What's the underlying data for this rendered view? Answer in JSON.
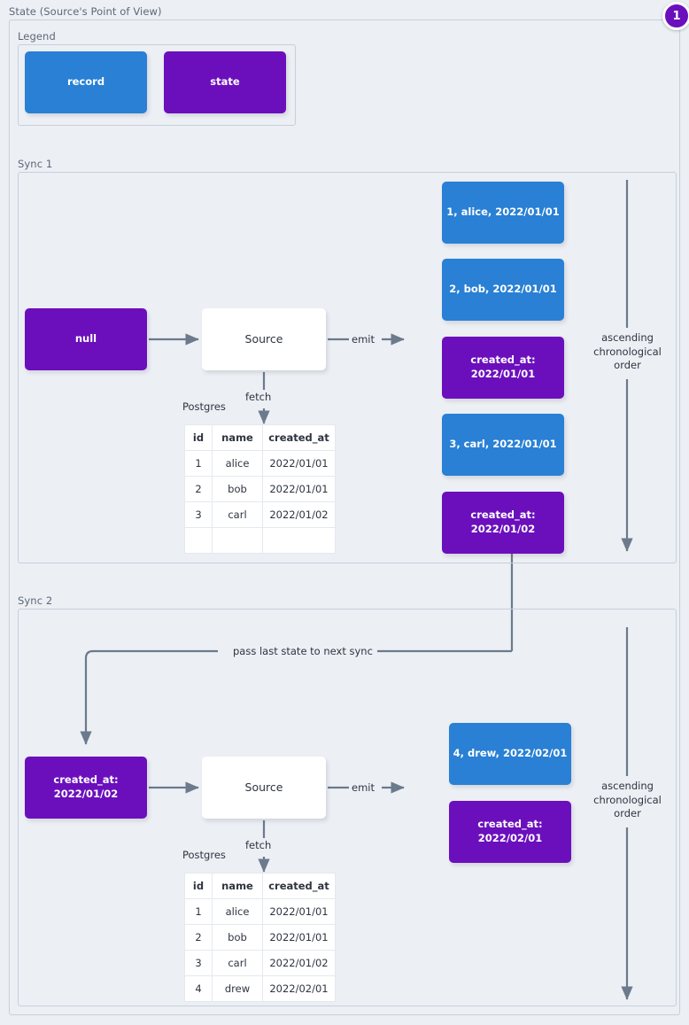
{
  "diagram": {
    "title": "State (Source's Point of View)",
    "badge": "1",
    "colors": {
      "record": "#2980d4",
      "state": "#6b0fbd",
      "canvas": "#eceff4",
      "border": "#c6d0dc",
      "wire": "#6b7a8c",
      "text": "#2e3440"
    }
  },
  "legend": {
    "label": "Legend",
    "items": [
      {
        "label": "record",
        "kind": "record"
      },
      {
        "label": "state",
        "kind": "state"
      }
    ]
  },
  "sync1": {
    "label": "Sync 1",
    "input_state": "null",
    "source": "Source",
    "db_label": "Postgres",
    "fetch_label": "fetch",
    "emit_label": "emit",
    "order_label": "ascending chronological order",
    "table": {
      "columns": [
        "id",
        "name",
        "created_at"
      ],
      "rows": [
        [
          "1",
          "alice",
          "2022/01/01"
        ],
        [
          "2",
          "bob",
          "2022/01/01"
        ],
        [
          "3",
          "carl",
          "2022/01/02"
        ],
        [
          "",
          "",
          ""
        ]
      ]
    },
    "emitted": [
      {
        "kind": "record",
        "line1": "1, alice, 2022/01/01",
        "line2": ""
      },
      {
        "kind": "record",
        "line1": "2, bob, 2022/01/01",
        "line2": ""
      },
      {
        "kind": "state",
        "line1": "created_at:",
        "line2": "2022/01/01"
      },
      {
        "kind": "record",
        "line1": "3, carl, 2022/01/01",
        "line2": ""
      },
      {
        "kind": "state",
        "line1": "created_at:",
        "line2": "2022/01/02"
      }
    ]
  },
  "sync2": {
    "label": "Sync 2",
    "input_state_line1": "created_at:",
    "input_state_line2": "2022/01/02",
    "source": "Source",
    "db_label": "Postgres",
    "fetch_label": "fetch",
    "emit_label": "emit",
    "pass_state_label": "pass last state to next sync",
    "order_label": "ascending chronological order",
    "table": {
      "columns": [
        "id",
        "name",
        "created_at"
      ],
      "rows": [
        [
          "1",
          "alice",
          "2022/01/01"
        ],
        [
          "2",
          "bob",
          "2022/01/01"
        ],
        [
          "3",
          "carl",
          "2022/01/02"
        ],
        [
          "4",
          "drew",
          "2022/02/01"
        ]
      ]
    },
    "emitted": [
      {
        "kind": "record",
        "line1": "4, drew, 2022/02/01",
        "line2": ""
      },
      {
        "kind": "state",
        "line1": "created_at:",
        "line2": "2022/02/01"
      }
    ]
  }
}
